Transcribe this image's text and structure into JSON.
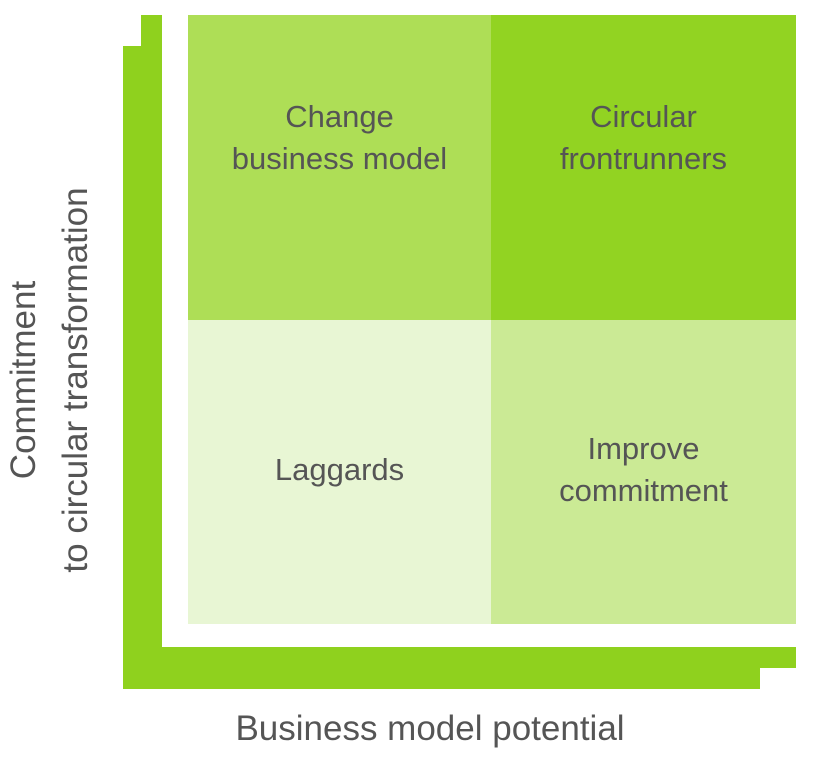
{
  "colors": {
    "axis": "#8fd11e",
    "quadrant_top_left": "#aede56",
    "quadrant_top_right": "#92d322",
    "quadrant_bottom_left": "#e8f6d4",
    "quadrant_bottom_right": "#cbea95",
    "text": "#555555"
  },
  "axes": {
    "y_label_line1": "Commitment",
    "y_label_line2": "to circular transformation",
    "x_label": "Business model potential"
  },
  "quadrants": {
    "top_left": {
      "line1": "Change",
      "line2": "business model"
    },
    "top_right": {
      "line1": "Circular",
      "line2": "frontrunners"
    },
    "bottom_left": {
      "line1": "Laggards"
    },
    "bottom_right": {
      "line1": "Improve",
      "line2": "commitment"
    }
  }
}
